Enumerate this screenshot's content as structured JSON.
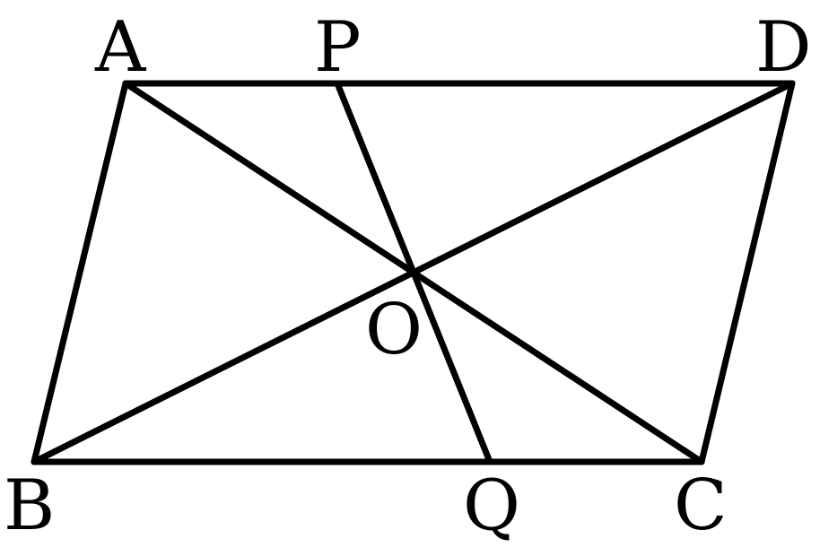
{
  "figure": {
    "stroke_color": "#000000",
    "background_color": "#ffffff",
    "points": {
      "A": "A",
      "B": "B",
      "C": "C",
      "D": "D",
      "O": "O",
      "P": "P",
      "Q": "Q"
    },
    "segments": [
      "AD",
      "AB",
      "BC",
      "CD",
      "AC",
      "BD",
      "PQ"
    ]
  }
}
